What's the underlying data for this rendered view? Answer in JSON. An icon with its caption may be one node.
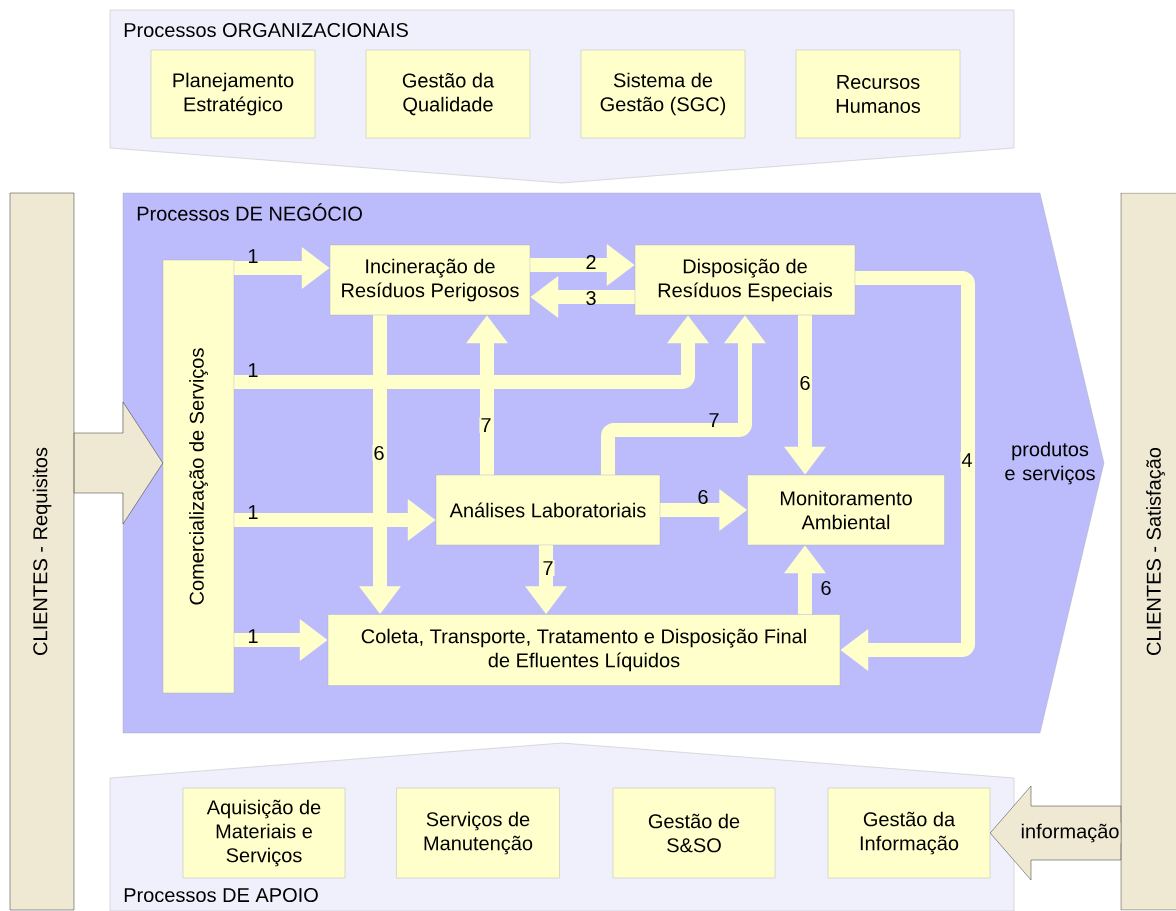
{
  "diagram": {
    "nodes": [
      {
        "text": [
          "Processos ORGANIZACIONAIS"
        ]
      },
      {
        "text": [
          "Planejamento Estratégico"
        ],
        "in": 0
      },
      {
        "text": [
          "Gestão da Qualidade"
        ],
        "in": 0
      },
      {
        "text": [
          "Sistema de Gestão (SGC)"
        ],
        "in": 0
      },
      {
        "text": [
          "Recursos Humanos"
        ],
        "in": 0
      },
      {
        "text": [
          "Processos DE NEGÓCIO",
          "produtos e serviços"
        ]
      },
      {
        "text": [
          "Comercialização de Serviços"
        ],
        "in": 5
      },
      {
        "text": [
          "Incineração de Resíduos Perigosos"
        ],
        "in": 5
      },
      {
        "text": [
          "Disposição de Resíduos Especiais"
        ],
        "in": 5
      },
      {
        "text": [
          "Análises Laboratoriais"
        ],
        "in": 5
      },
      {
        "text": [
          "Monitoramento Ambiental"
        ],
        "in": 5
      },
      {
        "text": [
          "Coleta, Transporte, Tratamento e Disposição Final de Efluentes Líquidos"
        ],
        "in": 5
      },
      {
        "text": [
          "Processos DE APOIO"
        ]
      },
      {
        "text": [
          "Aquisição de Materiais e Serviços"
        ],
        "in": 12
      },
      {
        "text": [
          "Serviços de Manutenção"
        ],
        "in": 12
      },
      {
        "text": [
          "Gestão de S&SO"
        ],
        "in": 12
      },
      {
        "text": [
          "Gestão da Informação"
        ],
        "in": 12
      },
      {
        "text": [
          "CLIENTES - Requisitos"
        ]
      },
      {
        "text": [
          "CLIENTES - Satisfação"
        ]
      }
    ],
    "edges": [
      {
        "from": 6,
        "to": 7,
        "arrow": "to",
        "label": "1"
      },
      {
        "from": 6,
        "to": 8,
        "arrow": "to",
        "label": "1"
      },
      {
        "from": 6,
        "to": 9,
        "arrow": "to",
        "label": "1"
      },
      {
        "from": 6,
        "to": 11,
        "arrow": "to",
        "label": "1"
      },
      {
        "from": 7,
        "to": 8,
        "arrow": "to",
        "label": "2"
      },
      {
        "from": 8,
        "to": 7,
        "arrow": "to",
        "label": "3"
      },
      {
        "from": 7,
        "to": 11,
        "arrow": "to",
        "label": "6"
      },
      {
        "from": 9,
        "to": 7,
        "arrow": "to",
        "label": "7"
      },
      {
        "from": 9,
        "to": 8,
        "arrow": "to",
        "label": "7"
      },
      {
        "from": 9,
        "to": 10,
        "arrow": "to",
        "label": "6"
      },
      {
        "from": 9,
        "to": 11,
        "arrow": "to",
        "label": "7"
      },
      {
        "from": 8,
        "to": 10,
        "arrow": "to",
        "label": "6"
      },
      {
        "from": 8,
        "to": 11,
        "arrow": "to",
        "label": "4"
      },
      {
        "from": 11,
        "to": 10,
        "arrow": "to",
        "label": "6"
      },
      {
        "from": 17,
        "to": 6,
        "arrow": "to"
      },
      {
        "from": 18,
        "to": 16,
        "arrow": "to",
        "label": "informação"
      }
    ]
  }
}
